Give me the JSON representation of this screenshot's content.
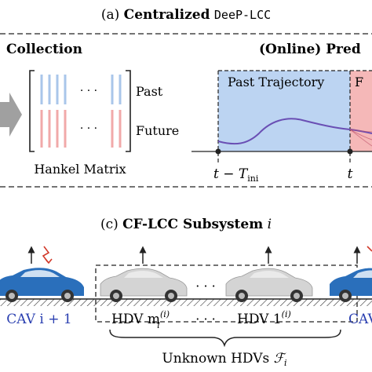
{
  "panel_a": {
    "caption_prefix": "(a)",
    "caption_bold": "Centralized",
    "caption_mono": "DeeP-LCC",
    "left_heading": "Collection",
    "right_heading": "(Online) Pred",
    "hankel": {
      "past_label": "Past",
      "future_label": "Future",
      "dots": "· · ·",
      "caption": "Hankel Matrix"
    },
    "trajectory": {
      "past_label": "Past Trajectory",
      "future_label_partial": "F",
      "tick_left": "t − T",
      "tick_left_sub": "ini",
      "tick_right": "t"
    },
    "colors": {
      "past_blue": "#a9c6ea",
      "future_red": "#f1a9a9",
      "traj_line": "#6a4fb4",
      "arrow_gray": "#a0a0a0"
    }
  },
  "panel_c": {
    "caption_prefix": "(c)",
    "caption_bold": "CF-LCC Subsystem",
    "caption_italic": "i",
    "vehicles": {
      "cav_left": "CAV i + 1",
      "hdv_m": "HDV m",
      "hdv_m_sup": "(i)",
      "hdv_m_sub": "i",
      "hdv_1": "HDV 1",
      "hdv_1_sup": "(i)",
      "cav_right_partial": "CAV",
      "dots": "· · ·"
    },
    "brace_label": "Unknown HDVs",
    "brace_symbol": "ℱ",
    "brace_symbol_sub": "i",
    "colors": {
      "cav_blue": "#2a6fbb",
      "hdv_gray": "#d4d4d4",
      "signal_red": "#d23a2a",
      "cav_text": "#2a3fb0"
    }
  }
}
